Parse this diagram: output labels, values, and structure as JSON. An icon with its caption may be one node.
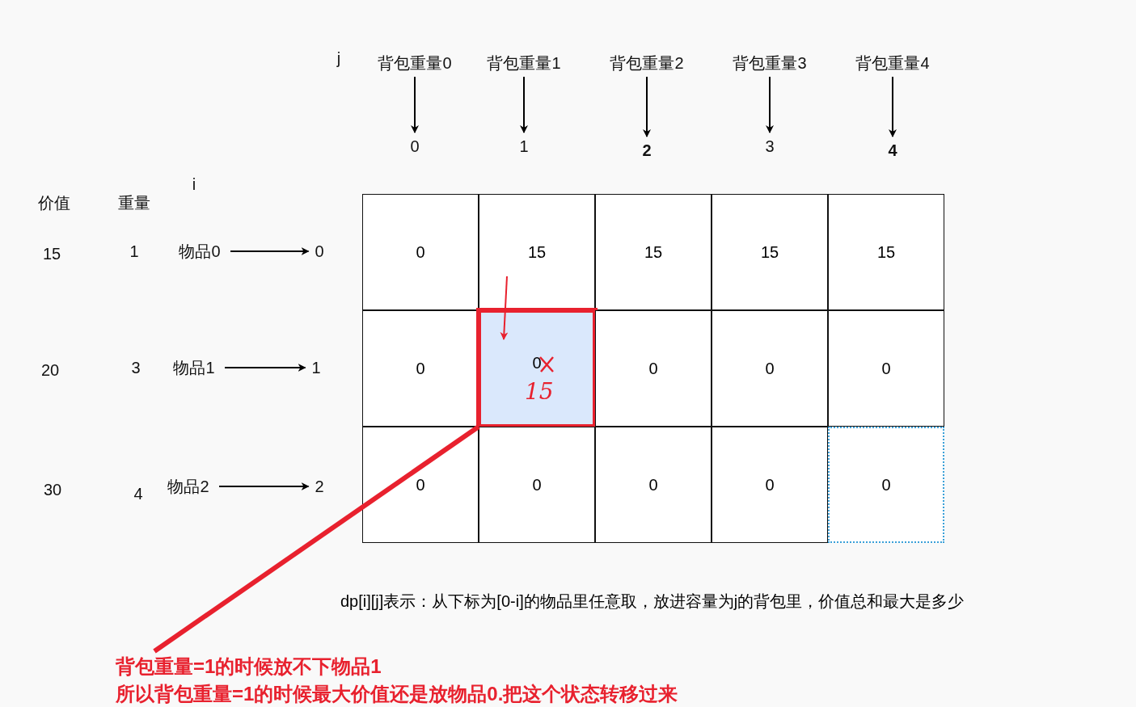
{
  "diagram": {
    "nodes": [
      {
        "text": [
          "背包重量0"
        ]
      },
      {
        "text": [
          "背包重量1"
        ]
      },
      {
        "text": [
          "背包重量2"
        ]
      },
      {
        "text": [
          "背包重量3"
        ]
      },
      {
        "text": [
          "背包重量4"
        ]
      },
      {
        "text": [
          "0"
        ]
      },
      {
        "text": [
          "1"
        ]
      },
      {
        "text": [
          "2"
        ]
      },
      {
        "text": [
          "3"
        ]
      },
      {
        "text": [
          "4"
        ]
      },
      {
        "text": [
          "物品0"
        ]
      },
      {
        "text": [
          "物品1"
        ]
      },
      {
        "text": [
          "物品2"
        ]
      },
      {
        "text": [
          "0"
        ]
      },
      {
        "text": [
          "1"
        ]
      },
      {
        "text": [
          "2"
        ]
      },
      {
        "text": [
          "0"
        ]
      },
      {
        "text": [
          "15"
        ]
      },
      {
        "text": [
          "15"
        ]
      },
      {
        "text": [
          "15"
        ]
      },
      {
        "text": [
          "15"
        ]
      },
      {
        "text": [
          "0"
        ]
      },
      {
        "text": [
          "0",
          "15"
        ]
      },
      {
        "text": [
          "0"
        ]
      },
      {
        "text": [
          "0"
        ]
      },
      {
        "text": [
          "0"
        ]
      },
      {
        "text": [
          "0"
        ]
      },
      {
        "text": [
          "0"
        ]
      },
      {
        "text": [
          "0"
        ]
      },
      {
        "text": [
          "0"
        ]
      },
      {
        "text": [
          "0"
        ]
      },
      {
        "text": [
          "背包重量=1的时候放不下物品1",
          "所以背包重量=1的时候最大价值还是放物品0.把这个状态转移过来"
        ]
      }
    ],
    "edges": [
      {
        "from": 0,
        "to": 5,
        "arrow": "to"
      },
      {
        "from": 1,
        "to": 6,
        "arrow": "to"
      },
      {
        "from": 2,
        "to": 7,
        "arrow": "to"
      },
      {
        "from": 3,
        "to": 8,
        "arrow": "to"
      },
      {
        "from": 4,
        "to": 9,
        "arrow": "to"
      },
      {
        "from": 10,
        "to": 13,
        "arrow": "to"
      },
      {
        "from": 11,
        "to": 14,
        "arrow": "to"
      },
      {
        "from": 12,
        "to": 15,
        "arrow": "to"
      },
      {
        "from": 17,
        "to": 22,
        "arrow": "to",
        "color": "#e8212e"
      },
      {
        "from": 22,
        "to": 31,
        "arrow": "none",
        "style": "thick",
        "color": "#e8212e"
      }
    ],
    "labels": [
      "j",
      "i",
      "价值",
      "重量",
      "15",
      "1",
      "20",
      "3",
      "30",
      "4",
      "dp[i][j]表示：从下标为[0-i]的物品里任意取，放进容量为j的背包里，价值总和最大是多少"
    ]
  }
}
